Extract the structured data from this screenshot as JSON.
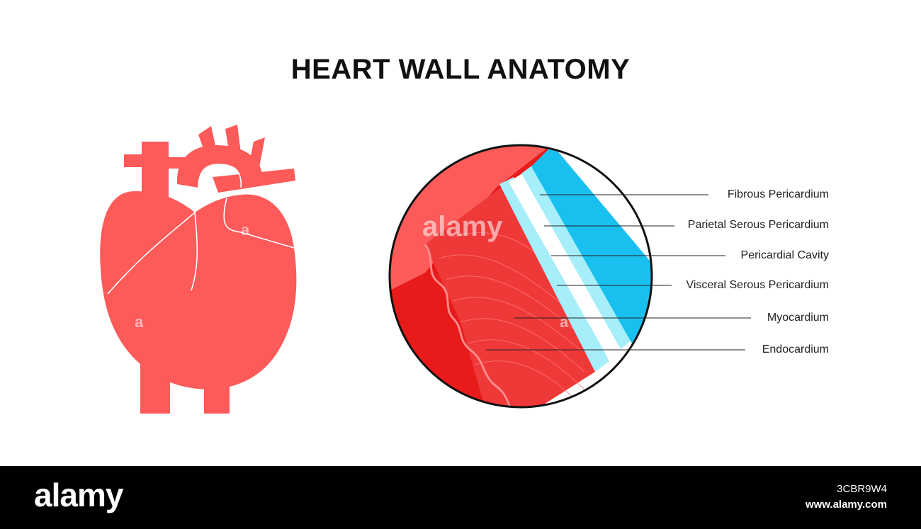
{
  "title": "HEART WALL ANATOMY",
  "labels": [
    "Fibrous Pericardium",
    "Parietal Serous Pericardium",
    "Pericardial Cavity",
    "Visceral Serous Pericardium",
    "Myocardium",
    "Endocardium"
  ],
  "watermarks": [
    "alamy",
    "a",
    "a",
    "a"
  ],
  "footer": {
    "logo": "alamy",
    "image_id": "3CBR9W4",
    "url": "www.alamy.com"
  },
  "colors": {
    "heart": "#fd5a5a",
    "myocardium": "#e81a1a",
    "fibrous": "#19c0ef",
    "serous": "#a6eefa",
    "cavity": "#ffffff"
  }
}
